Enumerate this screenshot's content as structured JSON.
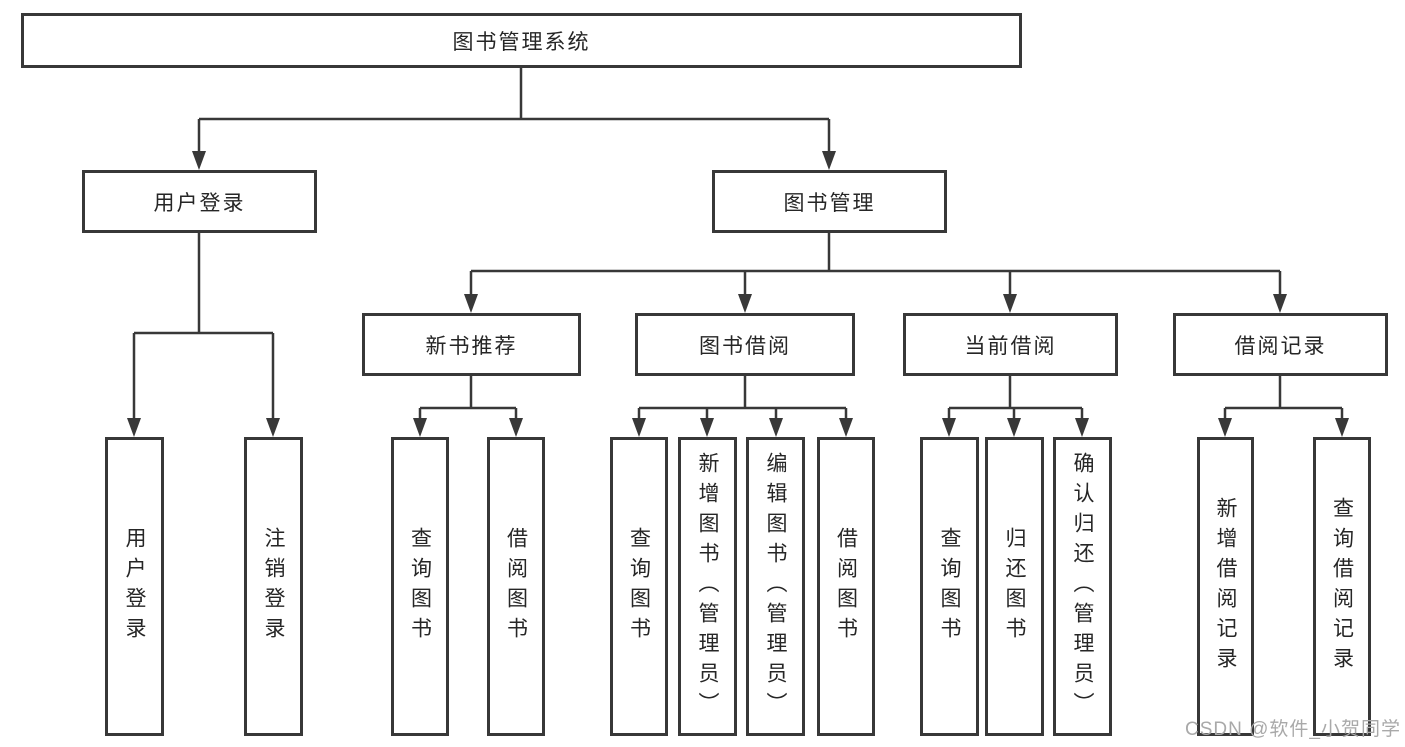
{
  "diagram_title": "图书管理系统",
  "tree": {
    "root": {
      "label": "图书管理系统"
    },
    "login": {
      "label": "用户登录",
      "children": [
        {
          "label": "用户登录"
        },
        {
          "label": "注销登录"
        }
      ]
    },
    "management": {
      "label": "图书管理",
      "sections": [
        {
          "label": "新书推荐",
          "children": [
            {
              "label": "查询图书"
            },
            {
              "label": "借阅图书"
            }
          ]
        },
        {
          "label": "图书借阅",
          "children": [
            {
              "label": "查询图书"
            },
            {
              "label": "新增图书（管理员）"
            },
            {
              "label": "编辑图书（管理员）"
            },
            {
              "label": "借阅图书"
            }
          ]
        },
        {
          "label": "当前借阅",
          "children": [
            {
              "label": "查询图书"
            },
            {
              "label": "归还图书"
            },
            {
              "label": "确认归还（管理员）"
            }
          ]
        },
        {
          "label": "借阅记录",
          "children": [
            {
              "label": "新增借阅记录"
            },
            {
              "label": "查询借阅记录"
            }
          ]
        }
      ]
    }
  },
  "watermark": "CSDN @软件_小贺同学",
  "colors": {
    "line": "#383838",
    "text": "#262626",
    "watermark": "#a9a9a9",
    "background": "#ffffff"
  }
}
